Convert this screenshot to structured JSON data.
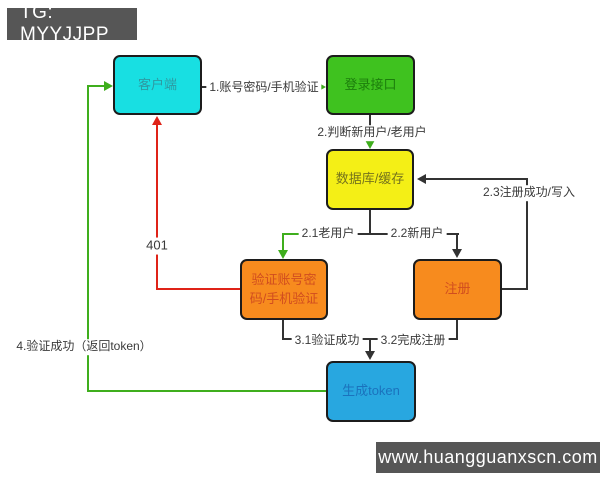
{
  "banners": {
    "telegram": "TG: MYYJJPP",
    "website": "www.huangguanxscn.com"
  },
  "nodes": {
    "client": "客户端",
    "login_api": "登录接口",
    "database": "数据库/缓存",
    "verify": "验证账号密码/手机验证",
    "register": "注册",
    "token": "生成token"
  },
  "edge_labels": {
    "step1": "1.账号密码/手机验证",
    "step2": "2.判断新用户/老用户",
    "step2_1": "2.1老用户",
    "step2_2": "2.2新用户",
    "step2_3": "2.3注册成功/写入",
    "step3_1": "3.1验证成功",
    "step3_2": "3.2完成注册",
    "step4": "4.验证成功（返回token）",
    "error401": "401"
  },
  "colors": {
    "node-client": "#18dfe2",
    "node-login": "#3fc21f",
    "node-database": "#f4ef16",
    "node-orange": "#f78b1e",
    "node-token": "#28a7e0",
    "node-border": "#1c1c1c",
    "text-client": "#2e9aa2",
    "text-login": "#1c7e0c",
    "text-database": "#75731c",
    "text-orange": "#d14d1f",
    "text-token": "#1b72bd",
    "edge-black": "#333333",
    "edge-green": "#3fae1d",
    "edge-red": "#df2318",
    "banner-bg": "#565656",
    "banner-text": "#ffffff"
  }
}
